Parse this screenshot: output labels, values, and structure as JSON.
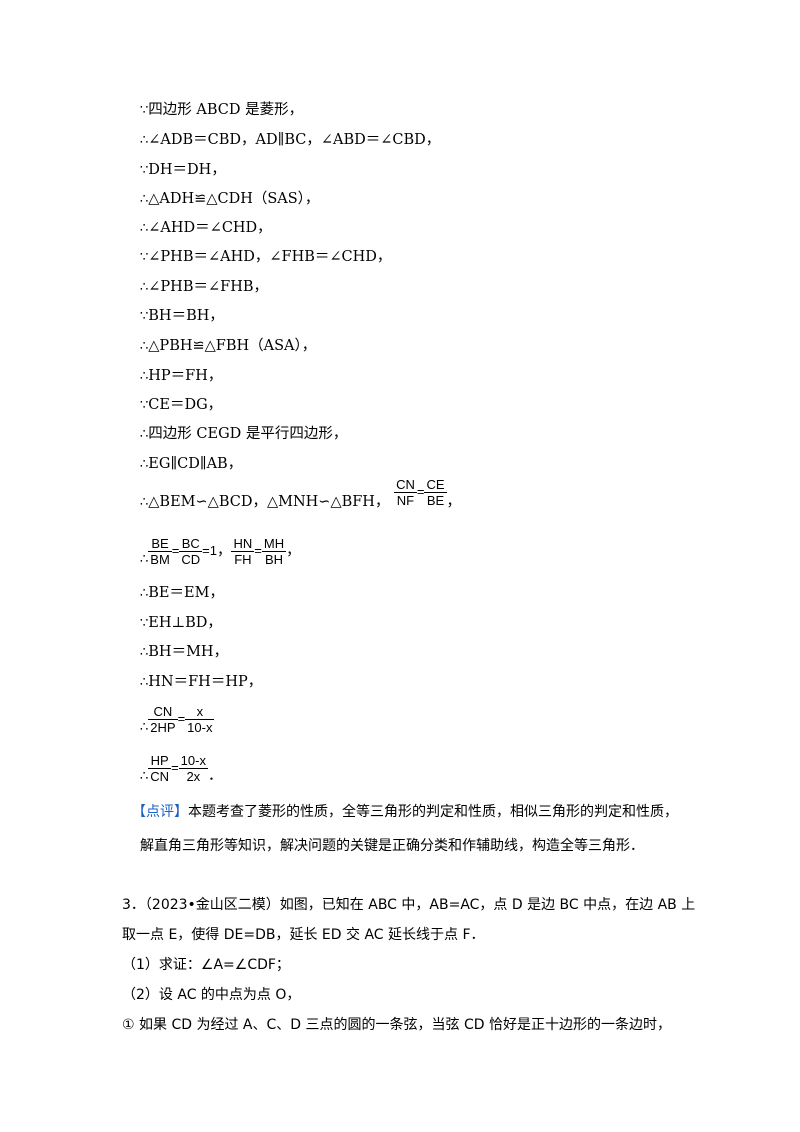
{
  "lines": [
    {
      "pre": "∵",
      "text": "四边形 ABCD 是菱形，"
    },
    {
      "pre": "∴",
      "text": "∠ADB＝CBD，AD∥BC，∠ABD＝∠CBD，"
    },
    {
      "pre": "∵",
      "text": "DH＝DH，"
    },
    {
      "pre": "∴",
      "text": "△ADH≌△CDH（SAS），"
    },
    {
      "pre": "∴",
      "text": "∠AHD＝∠CHD，"
    },
    {
      "pre": "∵",
      "text": "∠PHB＝∠AHD，∠FHB＝∠CHD，"
    },
    {
      "pre": "∴",
      "text": "∠PHB＝∠FHB，"
    },
    {
      "pre": "∵",
      "text": "BH＝BH，"
    },
    {
      "pre": "∴",
      "text": "△PBH≌△FBH（ASA），"
    },
    {
      "pre": "∴",
      "text": "HP＝FH，"
    },
    {
      "pre": "∵",
      "text": "CE＝DG，"
    },
    {
      "pre": "∴",
      "text": "四边形 CEGD 是平行四边形，"
    },
    {
      "pre": "∴",
      "text": "EG∥CD∥AB，"
    }
  ],
  "sim_line": {
    "pre": "∴",
    "text": "△BEM∽△BCD，△MNH∽△BFH，",
    "frac_num": "CN",
    "frac_den": "NF",
    "eq": "=",
    "frac2_num": "CE",
    "frac2_den": "BE",
    "tail": "，"
  },
  "ratio_line": {
    "pre": "∴",
    "f1n": "BE",
    "f1d": "BM",
    "eq1": "=",
    "f2n": "BC",
    "f2d": "CD",
    "eq2": "=1",
    "sep": "，",
    "f3n": "HN",
    "f3d": "FH",
    "eq3": "=",
    "f4n": "MH",
    "f4d": "BH",
    "tail": "，"
  },
  "lines2": [
    {
      "pre": "∴",
      "text": "BE＝EM，"
    },
    {
      "pre": "∵",
      "text": "EH⊥BD，"
    },
    {
      "pre": "∴",
      "text": "BH＝MH，"
    },
    {
      "pre": "∴",
      "text": "HN＝FH＝HP，"
    }
  ],
  "frac_line1": {
    "pre": "∴",
    "f1n": "CN",
    "f1d": "2HP",
    "eq": "=",
    "f2n": "x",
    "f2d": "10-x"
  },
  "frac_line2": {
    "pre": "∴",
    "f1n": "HP",
    "f1d": "CN",
    "eq": "=",
    "f2n": "10-x",
    "f2d": "2x",
    "tail": "．"
  },
  "comment": {
    "tag": "【点评】",
    "text1": "本题考查了菱形的性质，全等三角形的判定和性质，相似三角形的判定和性质，",
    "text2": "解直角三角形等知识，解决问题的关键是正确分类和作辅助线，构造全等三角形．"
  },
  "problem": {
    "line1": "3．（2023•金山区二模）如图，已知在 ABC 中，AB=AC，点 D 是边 BC 中点，在边 AB 上",
    "line2": "取一点 E，使得 DE=DB，延长 ED 交 AC 延长线于点 F．",
    "part1": "（1）求证：∠A=∠CDF；",
    "part2": "（2）设 AC 的中点为点 O，",
    "sub1": "① 如果 CD 为经过 A、C、D 三点的圆的一条弦，当弦 CD 恰好是正十边形的一条边时，"
  }
}
